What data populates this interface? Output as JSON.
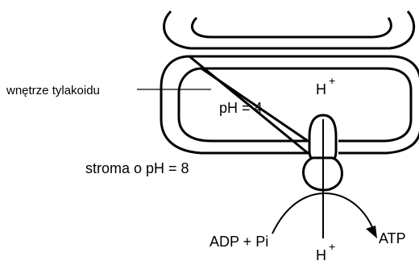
{
  "labels": {
    "lumen": "wnętrze tylakoidu",
    "lumen_ph": "pH = 4",
    "stroma": "stroma o pH = 8",
    "proton_top": "H",
    "proton_top_charge": "+",
    "proton_bottom": "H",
    "proton_bottom_charge": "+",
    "substrates": "ADP + Pi",
    "product": "ATP"
  },
  "colors": {
    "stroke": "#000000",
    "background": "#ffffff"
  }
}
